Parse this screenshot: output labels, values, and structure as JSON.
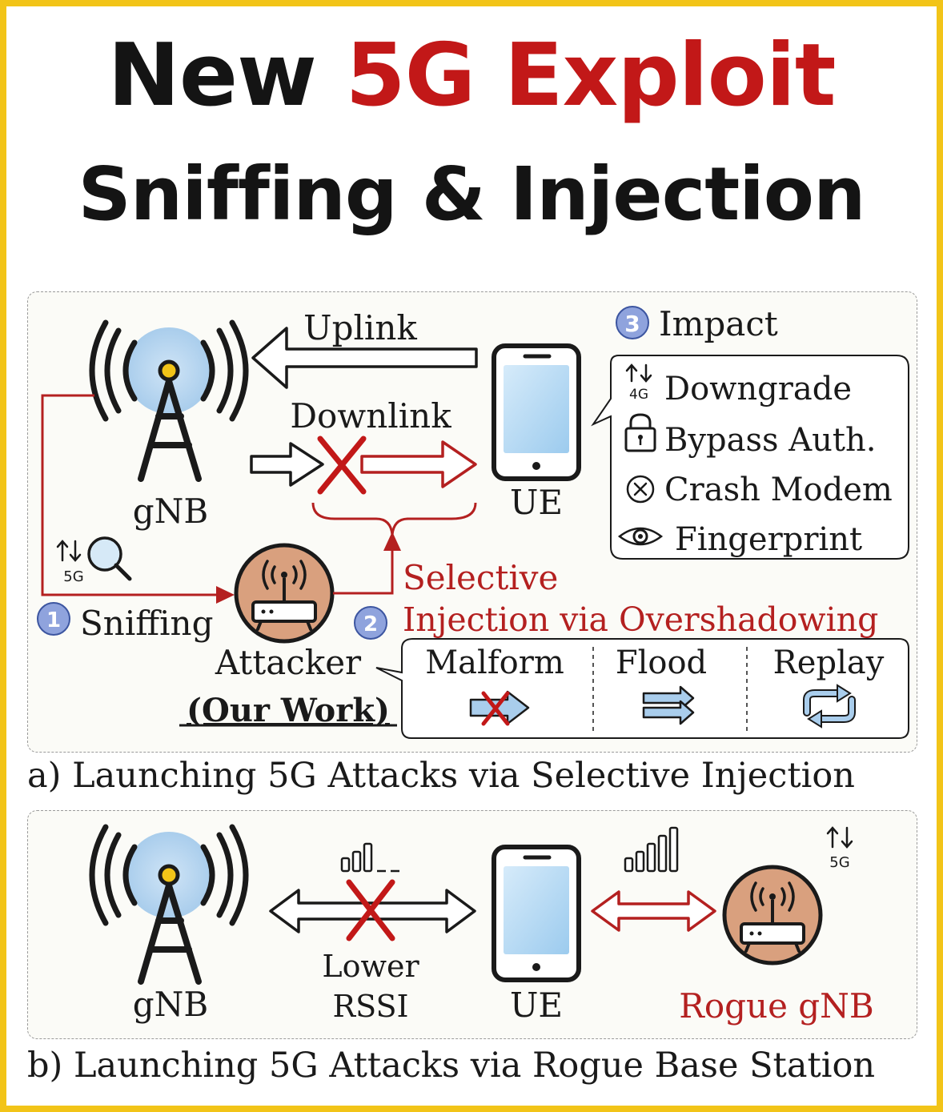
{
  "title": {
    "line1_plain": "New",
    "line1_accent": "5G Exploit",
    "line2": "Sniffing & Injection"
  },
  "panel_a": {
    "caption": "a) Launching 5G Attacks via Selective Injection",
    "uplink_label": "Uplink",
    "downlink_label": "Downlink",
    "gnb_label": "gNB",
    "ue_label": "UE",
    "attacker_label": "Attacker",
    "our_work_label": "(Our Work)",
    "step1_number": "1",
    "step1_label": "Sniffing",
    "step2_number": "2",
    "step2_line1": "Selective",
    "step2_line2": "Injection via Overshadowing",
    "step3_number": "3",
    "step3_label": "Impact",
    "badge_5g": "5G",
    "badge_4g": "4G",
    "impacts": [
      "Downgrade",
      "Bypass Auth.",
      "Crash Modem",
      "Fingerprint"
    ],
    "injection_types": [
      "Malform",
      "Flood",
      "Replay"
    ]
  },
  "panel_b": {
    "caption": "b) Launching 5G Attacks via Rogue Base Station",
    "gnb_label": "gNB",
    "ue_label": "UE",
    "lower_rssi_line1": "Lower",
    "lower_rssi_line2": "RSSI",
    "rogue_label": "Rogue gNB",
    "badge_5g": "5G"
  },
  "colors": {
    "accent_red": "#c21818",
    "frame_yellow": "#f2c418",
    "step_circle_blue": "#8fa3dd",
    "glow_blue": "#bcd9f0",
    "attacker_tan": "#d9a07e",
    "phone_screen": "#bcdaf0"
  }
}
